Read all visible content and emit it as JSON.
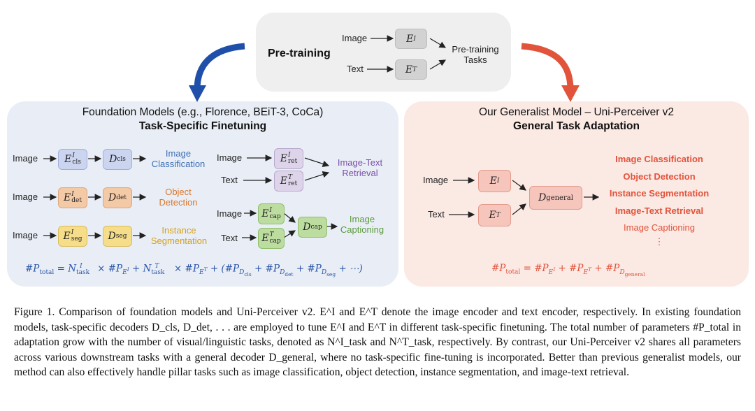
{
  "pretraining": {
    "title": "Pre-training",
    "image_input": "Image",
    "text_input": "Text",
    "image_encoder": "E^I",
    "text_encoder": "E^T",
    "tasks": "Pre-training\nTasks"
  },
  "foundation": {
    "heading": "Foundation Models (e.g., Florence, BEiT-3, CoCa)",
    "subheading": "Task-Specific Finetuning",
    "rows": [
      {
        "input": "Image",
        "encoder": "E^I_cls",
        "decoder": "D_cls",
        "output": "Image\nClassification"
      },
      {
        "input": "Image",
        "encoder": "E^I_det",
        "decoder": "D_det",
        "output": "Object\nDetection"
      },
      {
        "input": "Image",
        "encoder": "E^I_seg",
        "decoder": "D_seg",
        "output": "Instance\nSegmentation"
      }
    ],
    "retrieval": {
      "image": "Image",
      "text": "Text",
      "image_encoder": "E^I_ret",
      "text_encoder": "E^T_ret",
      "output": "Image-Text\nRetrieval"
    },
    "captioning": {
      "image": "Image",
      "text": "Text",
      "image_encoder": "E^I_cap",
      "text_encoder": "E^T_cap",
      "decoder": "D_cap",
      "output": "Image\nCaptioning"
    },
    "formula": "#P_total = N^I_task × #P_E^I + N^T_task × #P_E^T + (#P_D_cls + #P_D_det + #P_D_seg + ⋯)"
  },
  "generalist": {
    "heading": "Our Generalist Model – Uni-Perceiver v2",
    "subheading": "General Task Adaptation",
    "image_input": "Image",
    "text_input": "Text",
    "image_encoder": "E^I",
    "text_encoder": "E^T",
    "decoder": "D_general",
    "tasks": [
      "Image Classification",
      "Object Detection",
      "Instance Segmentation",
      "Image-Text Retrieval",
      "Image Captioning"
    ],
    "ellipsis": "⋮",
    "formula": "#P_total = #P_E^I + #P_E^T + #P_D_general"
  },
  "caption": "Figure 1. Comparison of foundation models and Uni-Perceiver v2. E^I and E^T denote the image encoder and text encoder, respectively. In existing foundation models, task-specific decoders D_cls, D_det, . . . are employed to tune E^I and E^T in different task-specific finetuning. The total number of parameters #P_total in adaptation grow with the number of visual/linguistic tasks, denoted as N^I_task and N^T_task, respectively. By contrast, our Uni-Perceiver v2 shares all parameters across various downstream tasks with a general decoder D_general, where no task-specific fine-tuning is incorporated. Better than previous generalist models, our method can also effectively handle pillar tasks such as image classification, object detection, instance segmentation, and image-text retrieval.",
  "colors": {
    "arrow_blue": "#1f4fa8",
    "arrow_red": "#e2533b",
    "classification_blue": "#3b6fb6",
    "detection_orange": "#d9782f",
    "segmentation_gold": "#d4a017",
    "retrieval_purple": "#7b4fa8",
    "captioning_green": "#5b9a3c",
    "general_tasks_red": "#e2533b"
  }
}
